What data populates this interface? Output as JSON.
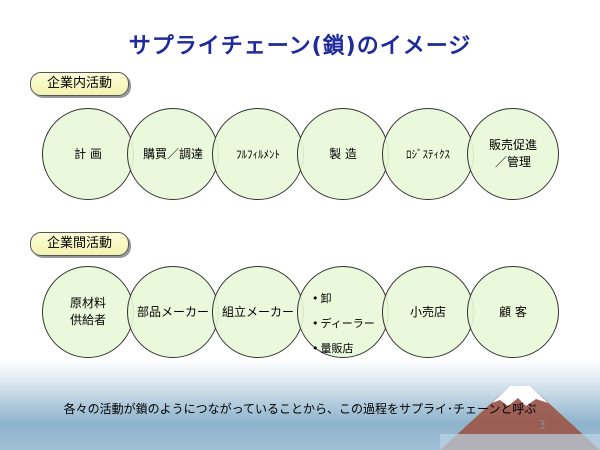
{
  "title": "サプライチェーン(鎖)のイメージ",
  "section1": {
    "label": "企業内活動",
    "items": [
      "計 画",
      "購買／調達",
      "ﾌﾙﾌｨﾙﾒﾝﾄ",
      "製 造",
      "ﾛｼﾞｽﾃｨｸｽ",
      "販売促進\n／管理"
    ]
  },
  "section2": {
    "label": "企業間活動",
    "items": [
      "原材料\n供給者",
      "部品メーカー",
      "組立メーカー",
      "",
      "小売店",
      "顧 客"
    ],
    "dealer_items": [
      "卸",
      "ディーラー",
      "量販店"
    ]
  },
  "footer": "各々の活動が鎖のようにつながっていることから、この過程をサプライ･チェーンと呼ぶ",
  "page_number": "3",
  "colors": {
    "title": "#1f2a9c",
    "circle_fill": "#e8f8d7",
    "label_fill": "#f7f7c4"
  }
}
